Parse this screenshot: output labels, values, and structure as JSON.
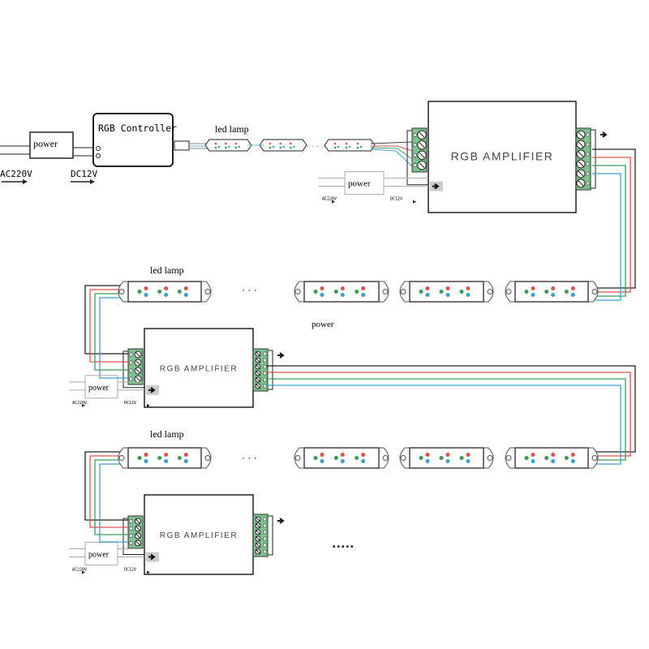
{
  "top": {
    "power_label": "power",
    "controller_label": "RGB Controller",
    "led_lamp_label": "led lamp",
    "ac_label": "AC220V",
    "dc_label": "DC12V",
    "dots": "· · · ·"
  },
  "amplifiers": [
    {
      "label": "RGB AMPLIFIER",
      "power_label": "power",
      "ac_label": "AC220V",
      "dc_label": "DC12V"
    },
    {
      "label": "RGB AMPLIFIER",
      "power_label": "power",
      "ac_label": "AC220V",
      "dc_label": "DC12V"
    },
    {
      "label": "RGB AMPLIFIER",
      "power_label": "power",
      "ac_label": "AC220V",
      "dc_label": "DC12V"
    }
  ],
  "rows": [
    {
      "led_lamp_label": "led lamp",
      "dots": "· · ·"
    },
    {
      "led_lamp_label": "led lamp",
      "dots": "· · ·"
    }
  ],
  "floating_power_label": "power",
  "continuation_dots": "•••••",
  "colors": {
    "black": "#222222",
    "red": "#d9534f",
    "green": "#3a9a5a",
    "blue": "#3aa0c8",
    "terminal": "#7fc28f"
  }
}
